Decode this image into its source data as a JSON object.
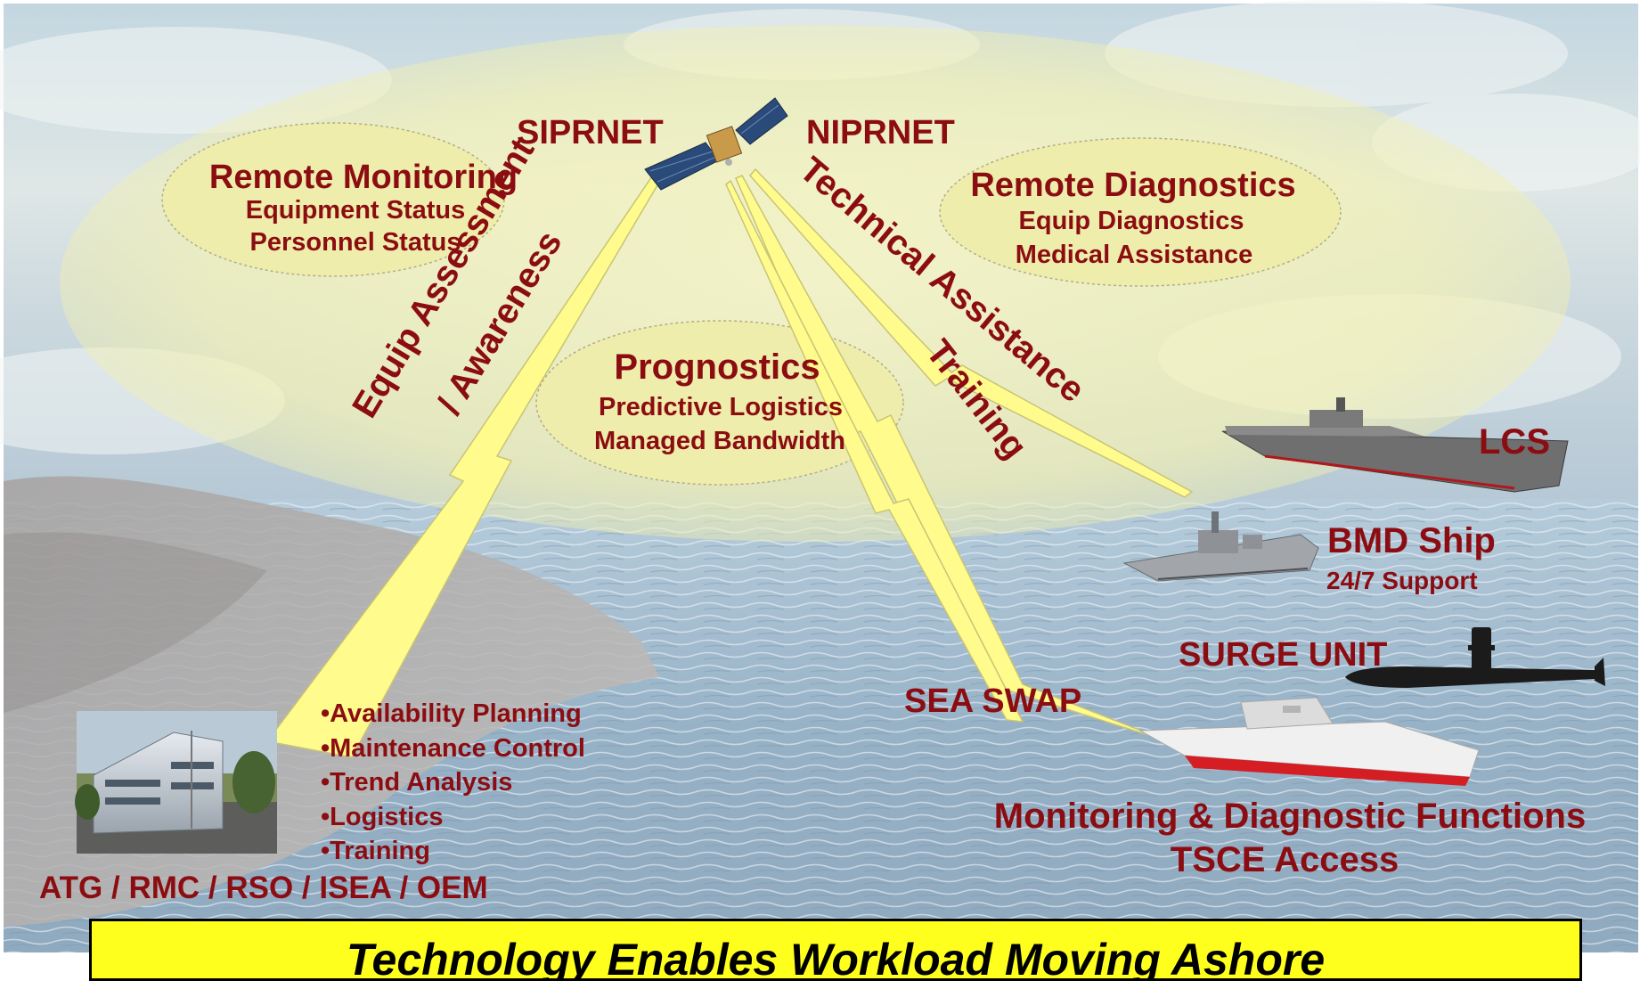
{
  "networks": {
    "left": "SIPRNET",
    "right": "NIPRNET"
  },
  "remote_monitoring": {
    "title": "Remote Monitoring",
    "lines": [
      "Equipment Status",
      "Personnel Status"
    ]
  },
  "remote_diagnostics": {
    "title": "Remote Diagnostics",
    "lines": [
      "Equip Diagnostics",
      "Medical Assistance"
    ]
  },
  "prognostics": {
    "title": "Prognostics",
    "lines": [
      "Predictive Logistics",
      "Managed Bandwidth"
    ]
  },
  "links": {
    "equip_assessment": "Equip Assessment",
    "awareness": "/ Awareness",
    "technical_assistance": "Technical Assistance",
    "training": "Training"
  },
  "ships": {
    "lcs": "LCS",
    "bmd": "BMD Ship",
    "bmd_support": "24/7 Support",
    "surge": "SURGE UNIT",
    "sea_swap": "SEA SWAP"
  },
  "shore_functions": [
    "•Availability Planning",
    "•Maintenance Control",
    "•Trend Analysis",
    "•Logistics",
    "•Training"
  ],
  "shore_orgs": "ATG / RMC / RSO / ISEA / OEM",
  "ship_functions": {
    "line1": "Monitoring & Diagnostic Functions",
    "line2": "TSCE Access"
  },
  "banner": "Technology Enables Workload Moving Ashore",
  "colors": {
    "label": "#8b0d12",
    "banner": "#ffff1e",
    "lightning": "#fffb8c",
    "ellipse": "#f4f2b4"
  }
}
